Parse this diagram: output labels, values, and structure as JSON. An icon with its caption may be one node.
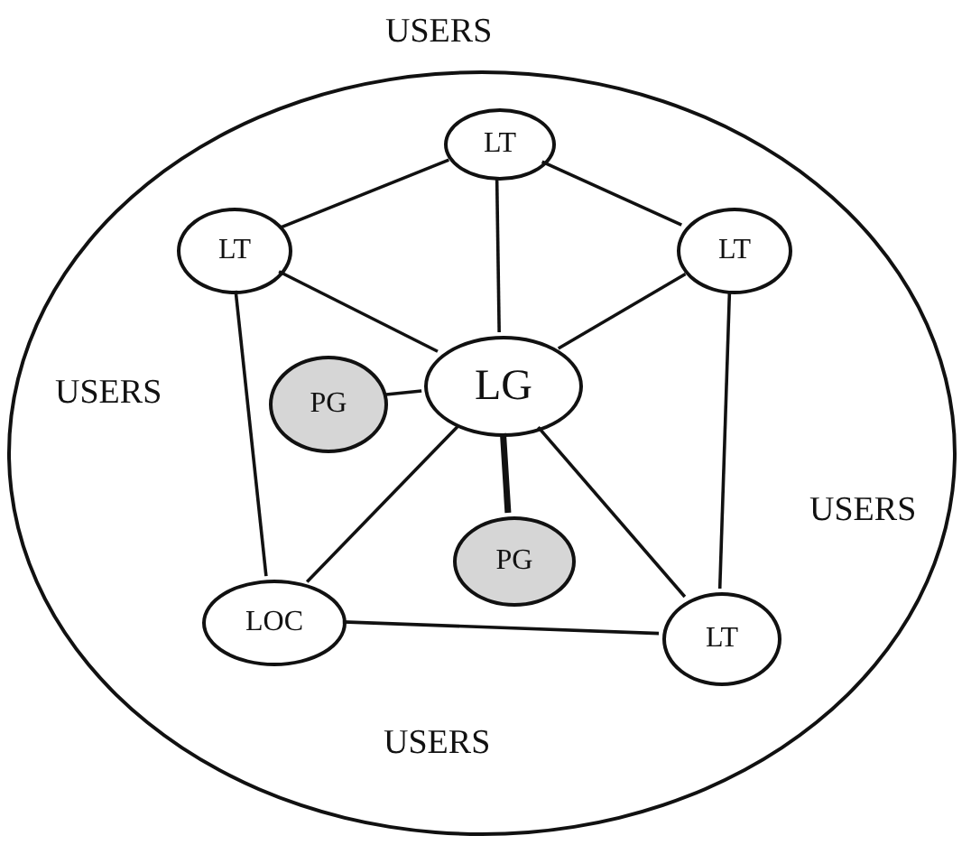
{
  "diagram": {
    "nodes": [
      {
        "text": [],
        "shape": "circle"
      },
      {
        "text": [
          "LT"
        ],
        "in": 0
      },
      {
        "text": [
          "LT"
        ],
        "in": 0
      },
      {
        "text": [
          "LT"
        ],
        "in": 0
      },
      {
        "text": [
          "PG"
        ],
        "in": 0
      },
      {
        "text": [
          "LG"
        ],
        "in": 0
      },
      {
        "text": [
          "PG"
        ],
        "in": 0
      },
      {
        "text": [
          "LOC"
        ],
        "in": 0
      },
      {
        "text": [
          "LT"
        ],
        "in": 0
      }
    ],
    "edges": [
      {
        "from": 2,
        "to": 1,
        "arrow": "none"
      },
      {
        "from": 1,
        "to": 3,
        "arrow": "none"
      },
      {
        "from": 1,
        "to": 5,
        "arrow": "none"
      },
      {
        "from": 2,
        "to": 5,
        "arrow": "none"
      },
      {
        "from": 3,
        "to": 5,
        "arrow": "none"
      },
      {
        "from": 2,
        "to": 7,
        "arrow": "none"
      },
      {
        "from": 3,
        "to": 8,
        "arrow": "none"
      },
      {
        "from": 4,
        "to": 5,
        "arrow": "none"
      },
      {
        "from": 5,
        "to": 6,
        "arrow": "none",
        "style": "thick"
      },
      {
        "from": 5,
        "to": 7,
        "arrow": "none"
      },
      {
        "from": 5,
        "to": 8,
        "arrow": "none"
      },
      {
        "from": 7,
        "to": 8,
        "arrow": "none"
      }
    ],
    "labels": [
      "USERS",
      "USERS",
      "USERS",
      "USERS"
    ]
  }
}
